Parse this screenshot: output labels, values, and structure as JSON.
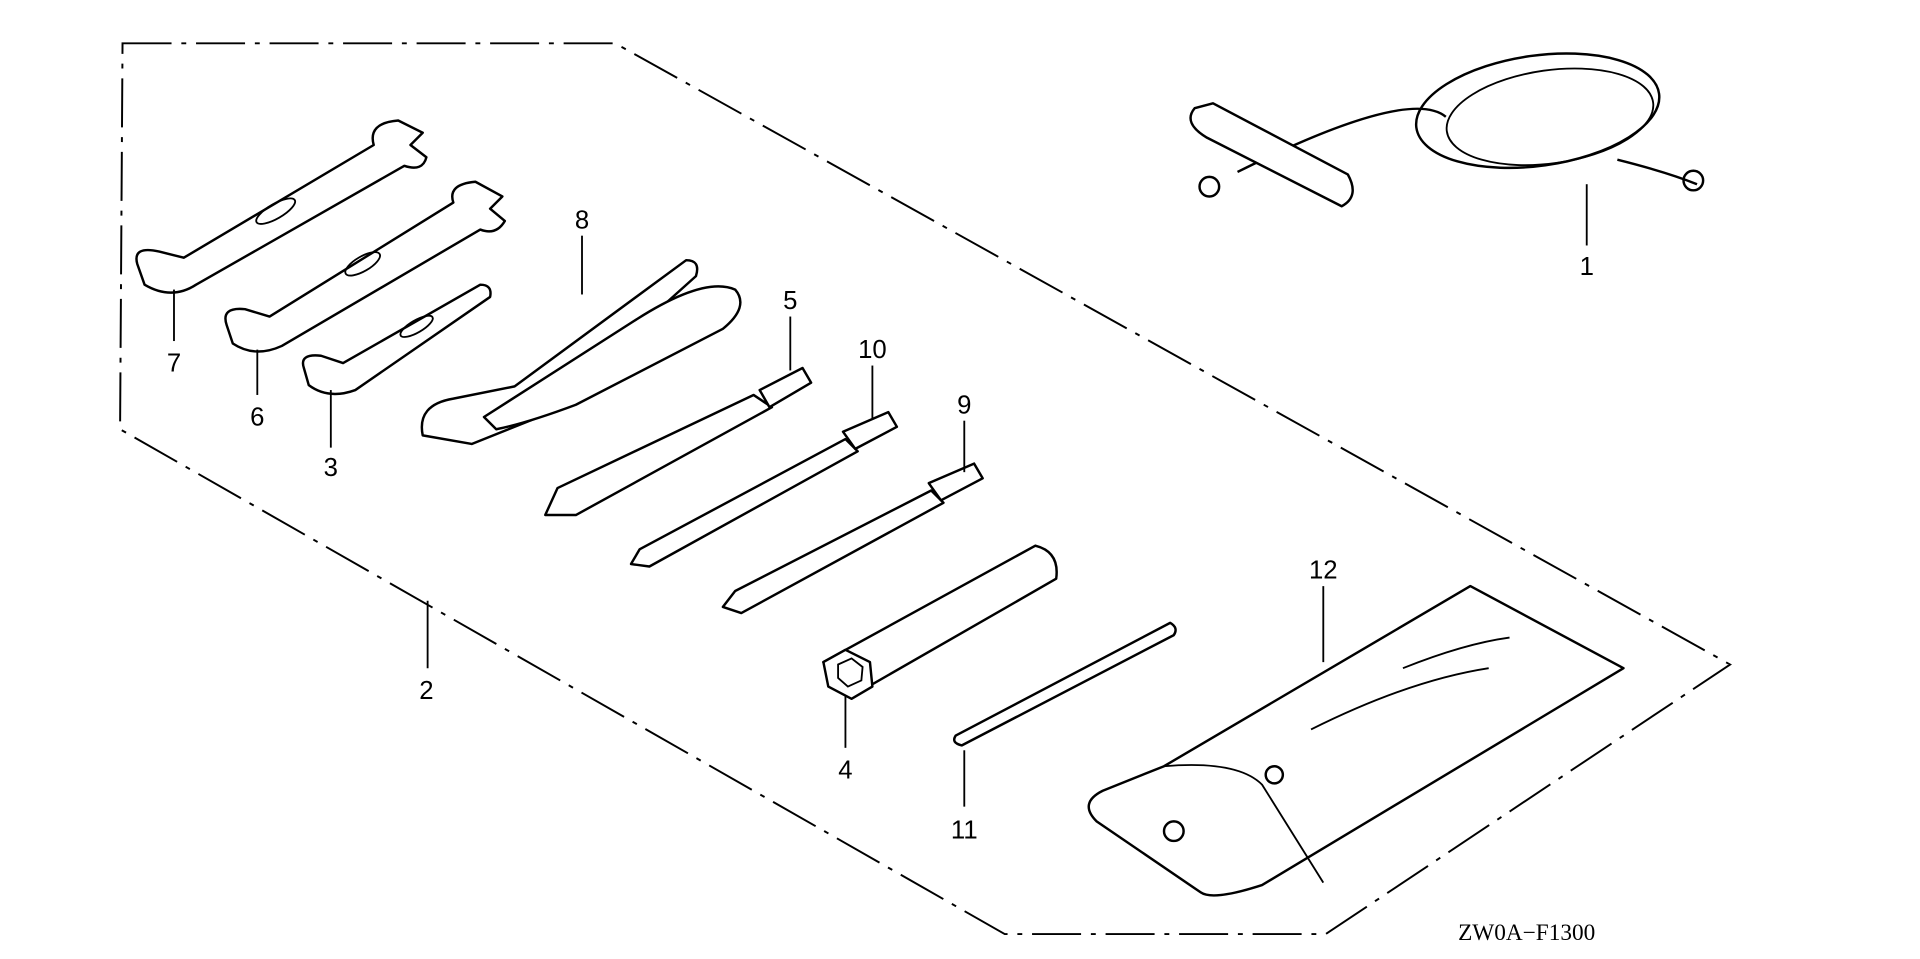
{
  "diagram": {
    "code": "ZW0A−F1300",
    "callouts": [
      {
        "id": "1",
        "label": "1"
      },
      {
        "id": "2",
        "label": "2"
      },
      {
        "id": "3",
        "label": "3"
      },
      {
        "id": "4",
        "label": "4"
      },
      {
        "id": "5",
        "label": "5"
      },
      {
        "id": "6",
        "label": "6"
      },
      {
        "id": "7",
        "label": "7"
      },
      {
        "id": "8",
        "label": "8"
      },
      {
        "id": "9",
        "label": "9"
      },
      {
        "id": "10",
        "label": "10"
      },
      {
        "id": "11",
        "label": "11"
      },
      {
        "id": "12",
        "label": "12"
      }
    ]
  }
}
